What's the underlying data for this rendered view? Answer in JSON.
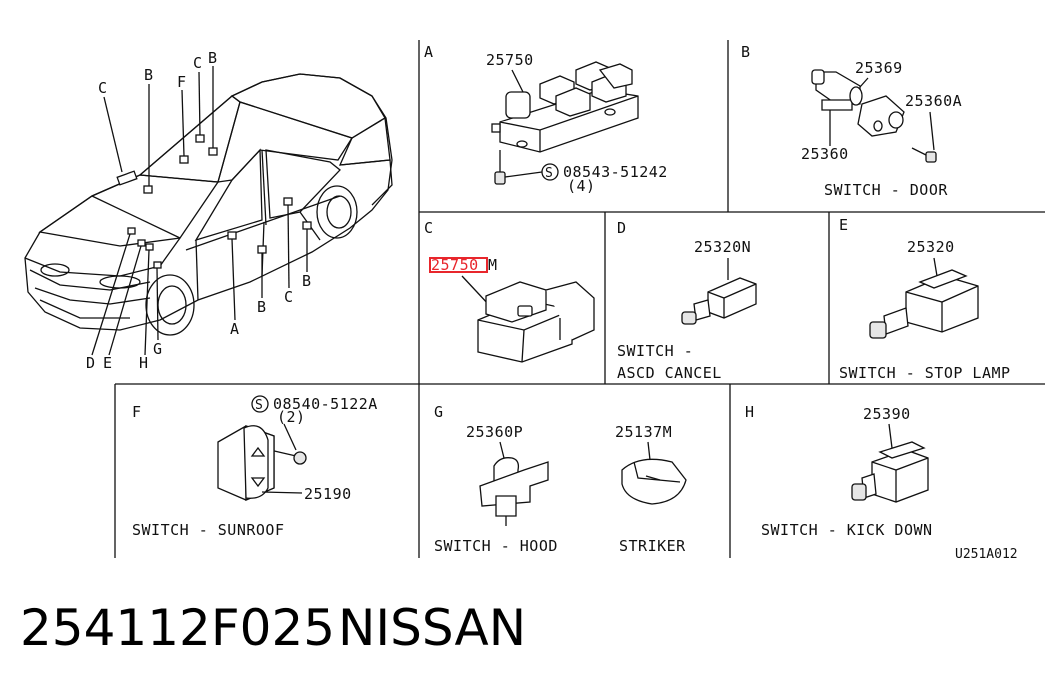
{
  "colors": {
    "highlight": "#e8262c",
    "ink": "#111111",
    "background": "#ffffff"
  },
  "car_callouts": {
    "c_top": "C",
    "b_top": "B",
    "f": "F",
    "c_roof": "C",
    "b_roof": "B",
    "d": "D",
    "e": "E",
    "h": "H",
    "g": "G",
    "a": "A",
    "b_low": "B",
    "c_low": "C",
    "b_right": "B"
  },
  "panels": {
    "a": {
      "letter": "A",
      "part": "25750",
      "screw_code": "08543-51242",
      "screw_qty": "(4)"
    },
    "b": {
      "letter": "B",
      "part_1": "25369",
      "part_2": "25360A",
      "part_3": "25360",
      "caption": "SWITCH - DOOR"
    },
    "c": {
      "letter": "C",
      "part_highlight": "25750",
      "part_suffix": "M"
    },
    "d": {
      "letter": "D",
      "part": "25320N",
      "caption_1": "SWITCH -",
      "caption_2": "ASCD CANCEL"
    },
    "e": {
      "letter": "E",
      "part": "25320",
      "caption": "SWITCH - STOP LAMP"
    },
    "f": {
      "letter": "F",
      "screw_code": "08540-5122A",
      "screw_qty": "(2)",
      "part": "25190",
      "caption": "SWITCH - SUNROOF"
    },
    "g": {
      "letter": "G",
      "part_1": "25360P",
      "part_2": "25137M",
      "caption_1": "SWITCH - HOOD",
      "caption_2": "STRIKER"
    },
    "h": {
      "letter": "H",
      "part": "25390",
      "caption": "SWITCH - KICK DOWN",
      "code": "U251A012"
    }
  },
  "footer": {
    "part_number": "254112F025",
    "brand": "NISSAN"
  }
}
